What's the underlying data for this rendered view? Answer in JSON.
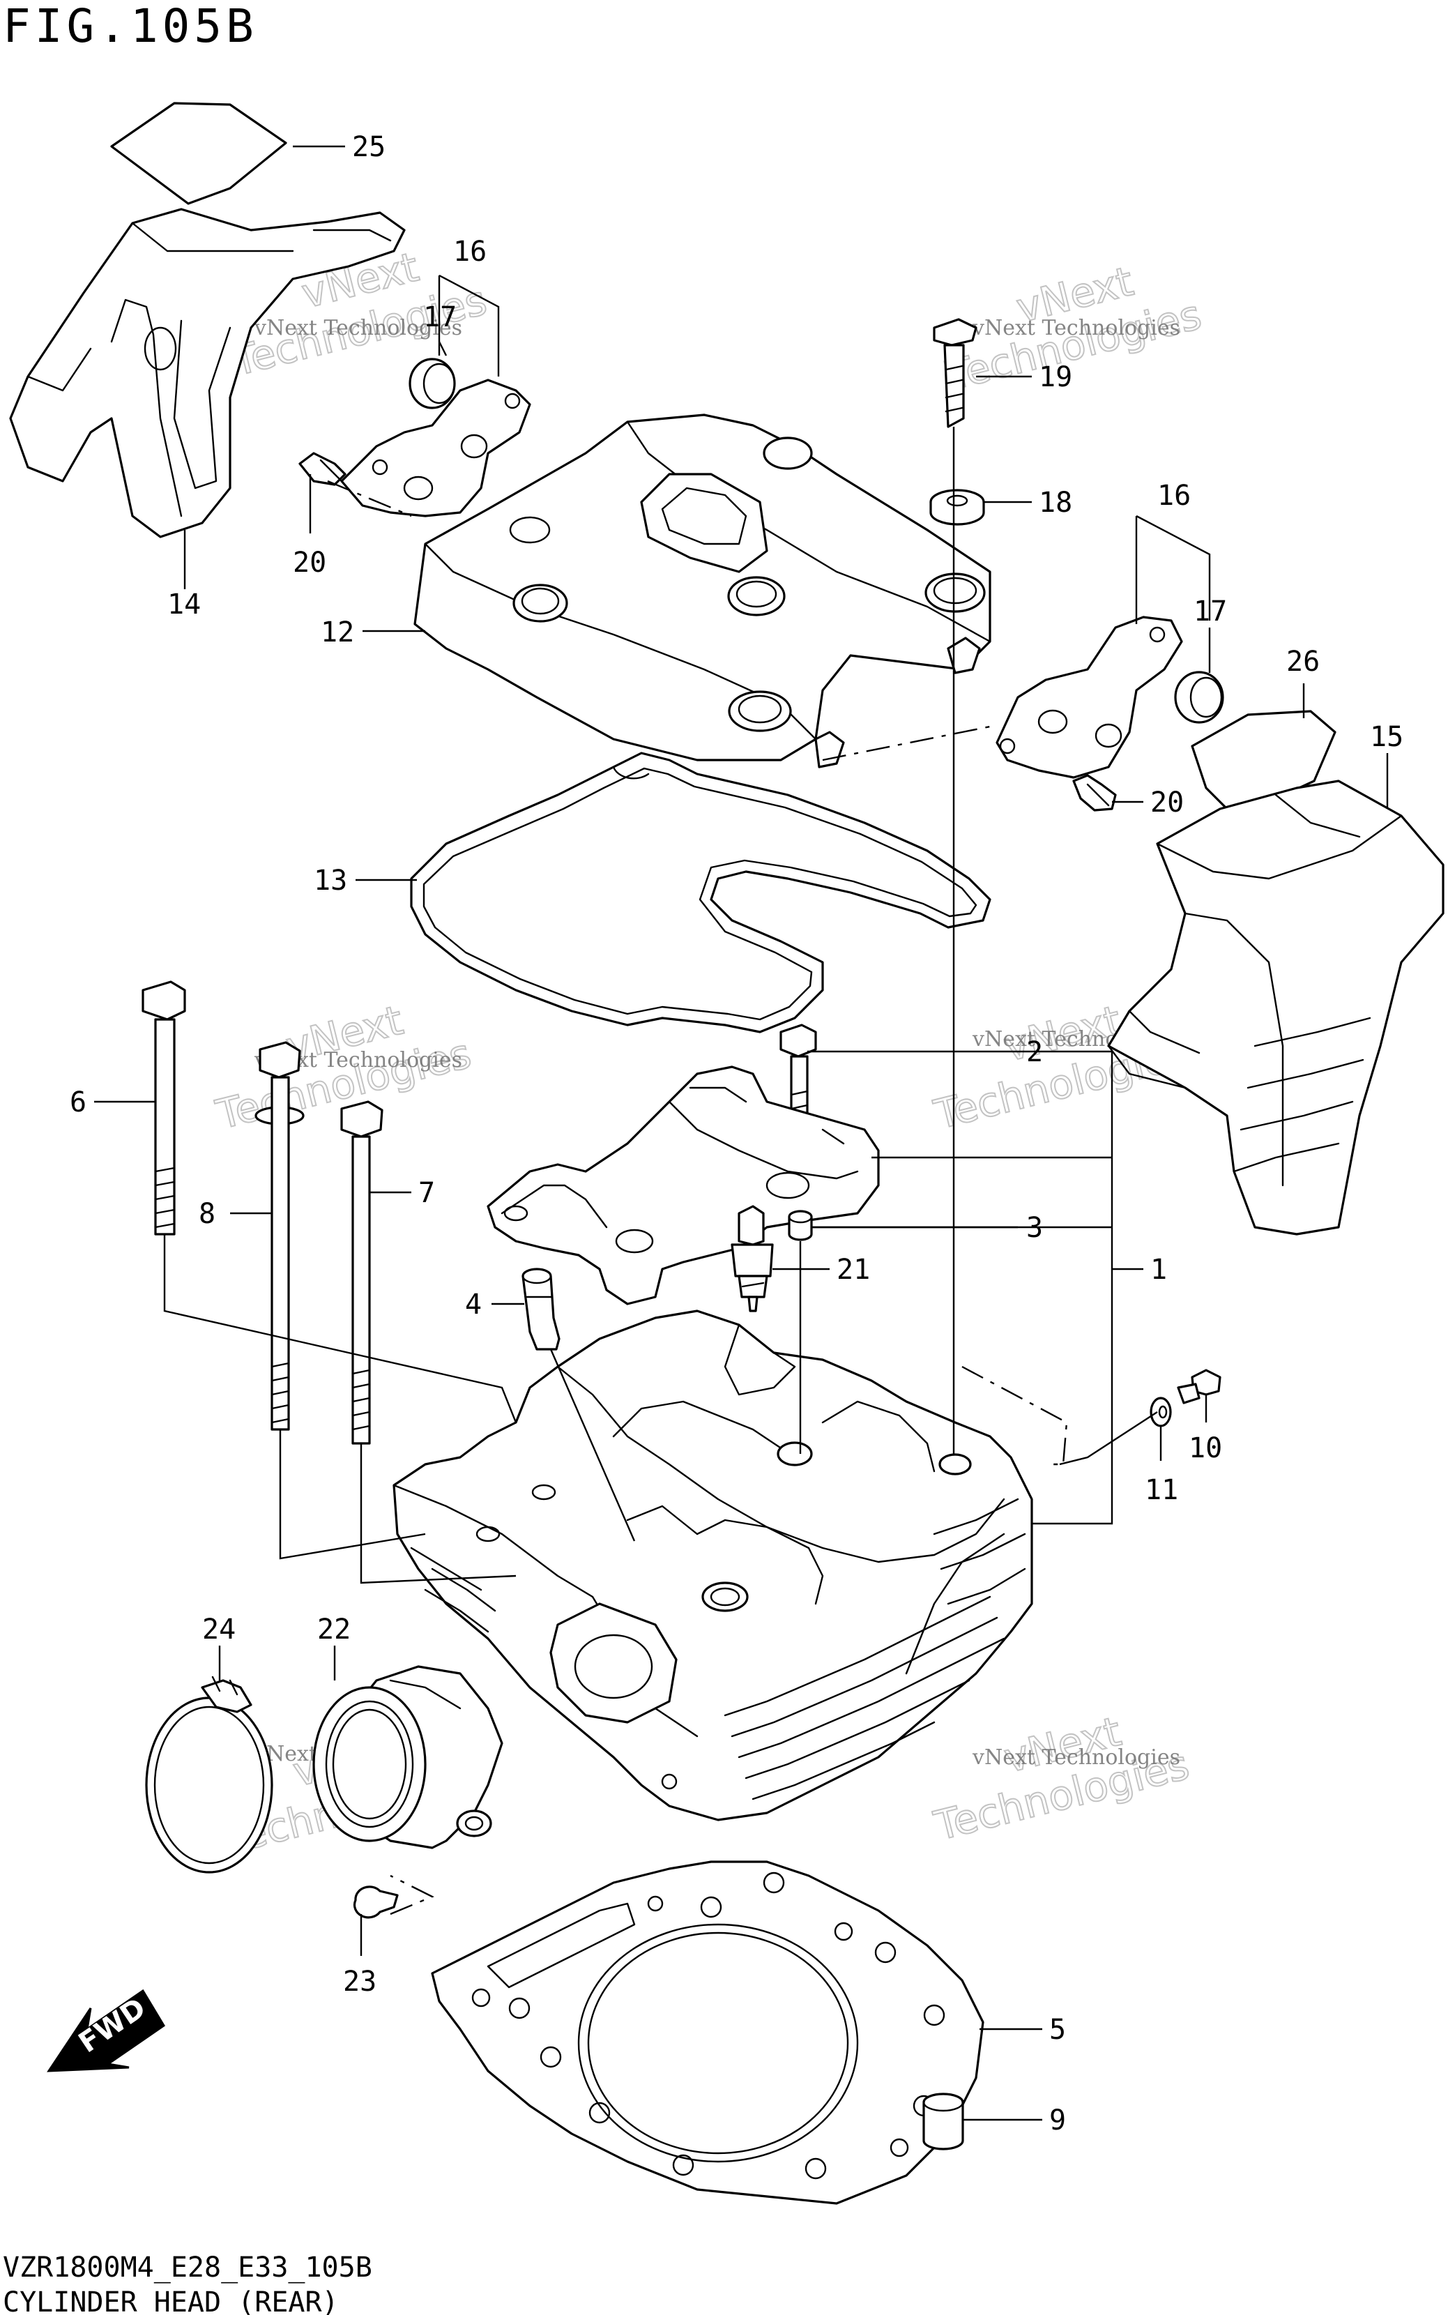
{
  "figure": {
    "title": "FIG.105B",
    "model_code": "VZR1800M4_E28_E33_105B",
    "caption": "CYLINDER HEAD (REAR)"
  },
  "watermark": {
    "line1": "vNext Technologies",
    "line2": "vNext",
    "line3": "Technologies"
  },
  "direction_marker": {
    "label": "FWD"
  },
  "callouts": [
    "1",
    "2",
    "3",
    "4",
    "5",
    "6",
    "7",
    "8",
    "9",
    "10",
    "11",
    "12",
    "13",
    "14",
    "15",
    "16",
    "16",
    "17",
    "17",
    "18",
    "19",
    "20",
    "20",
    "21",
    "22",
    "23",
    "24",
    "25",
    "26"
  ]
}
